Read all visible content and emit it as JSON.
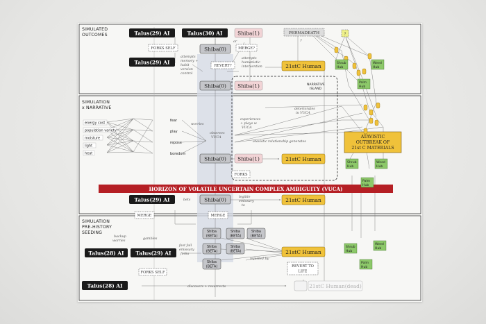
{
  "sections": {
    "outcomes": [
      "SIMULATED",
      "OUTCOMES"
    ],
    "narrative": [
      "SIMULATION",
      "x NARRATIVE"
    ],
    "prehistory": [
      "SIMULATION",
      "PRE-HISTORY",
      "SEEDING"
    ]
  },
  "horizon": "HORIZON OF VOLATILE UNCERTAIN COMPLEX AMBIGUITY (VUCA)",
  "island": [
    "NARRATIVE",
    "ISLAND"
  ],
  "atavistic": [
    "ATAVISTIC",
    "OUTBREAK OF",
    "21st C MATERIALS"
  ],
  "nodes": {
    "talus29_top": "Talus(29) AI",
    "talus30": "Talus(30) AI",
    "talus29_mid": "Talus(29) AI",
    "talus29_vuca": "Talus(29) AI",
    "talus28_a": "Talus(28) AI",
    "talus29_b": "Talus(29) AI",
    "talus28_bottom": "Talus(28) AI",
    "shiba1_top": "Shiba(1)",
    "shiba0_a": "Shiba(0)",
    "shiba0_b": "Shiba(0)",
    "shiba1_b": "Shiba(1)",
    "shiba0_c": "Shiba(0)",
    "shiba1_c": "Shiba(1)",
    "shiba0_vuca": "Shiba(0)",
    "human_top": "21stC Human",
    "human_mid": "21stC Human",
    "human_vuca": "21stC Human",
    "human_bottom": "21stC Human",
    "human_dead": "21stC Human(dead)",
    "permadeath": "PERMADEATH",
    "q": "?"
  },
  "boxes": {
    "forks_self_top": "FORKS SELF",
    "merge_q": "MERGE?",
    "revert_q": "REVERT?",
    "forks": "FORKS",
    "merge_a": "MERGE",
    "merge_b": "MERGE",
    "forks_self_bottom": "FORKS SELF",
    "revert_life": [
      "REVERT TO",
      "LIFE"
    ]
  },
  "betas": [
    [
      "Shiba",
      "(BETA)"
    ],
    [
      "Shiba",
      "(BETA)"
    ],
    [
      "Shiba",
      "(BETA)"
    ],
    [
      "Shiba",
      "(BETA)"
    ],
    [
      "Shiba",
      "(BETA)"
    ],
    [
      "Shiba",
      "(BETA)"
    ]
  ],
  "inputs": [
    "energy cost",
    "population variety",
    "moisture",
    "light",
    "heat"
  ],
  "states": [
    "fear",
    "play",
    "repose",
    "boredom"
  ],
  "hubs": {
    "shrub1": [
      "Shrub",
      "Hub"
    ],
    "weed1": [
      "Weed",
      "Hub"
    ],
    "palm1": [
      "Palm",
      "Hub"
    ],
    "shrub2": [
      "Shrub",
      "Hub"
    ],
    "weed2": [
      "Weed",
      "Hub"
    ],
    "palm2": [
      "Palm",
      "Hub"
    ],
    "shrub3": [
      "Shrub",
      "Hub"
    ],
    "weed3": [
      "Weed",
      "Hub"
    ],
    "palm3": [
      "Palm",
      "Hub"
    ]
  },
  "annotations": {
    "or": "or",
    "attempts_memory": [
      "attempts",
      "memory +",
      "habit",
      "version",
      "control"
    ],
    "attempts_humanistic": [
      "attempts",
      "humanistic",
      "intervention"
    ],
    "worries": "worries",
    "observes": [
      "observes",
      "VUCA"
    ],
    "experiences": [
      "experiences",
      "+ plays w",
      "VUCA"
    ],
    "deteriorates": [
      "deteriorates",
      "in VUCA"
    ],
    "atavistic_rel": "atavistic relationship generates",
    "bets": "bets",
    "legible": [
      "legible",
      "emissary",
      "to"
    ],
    "backup": [
      "backup",
      "worries"
    ],
    "gambles": "gambles",
    "fastfail": [
      "fast fail",
      "emissary",
      "forks"
    ],
    "rejected": "rejected by",
    "discovers": "discovers + resurrects",
    "q_mark": "?"
  },
  "colors": {
    "black": "#1a1a1a",
    "gray": "#c5c6ca",
    "pink": "#f2d4d6",
    "amber": "#f0c23a",
    "green": "#8cc869",
    "red": "#b51f24",
    "panel": "#d4dae4"
  }
}
